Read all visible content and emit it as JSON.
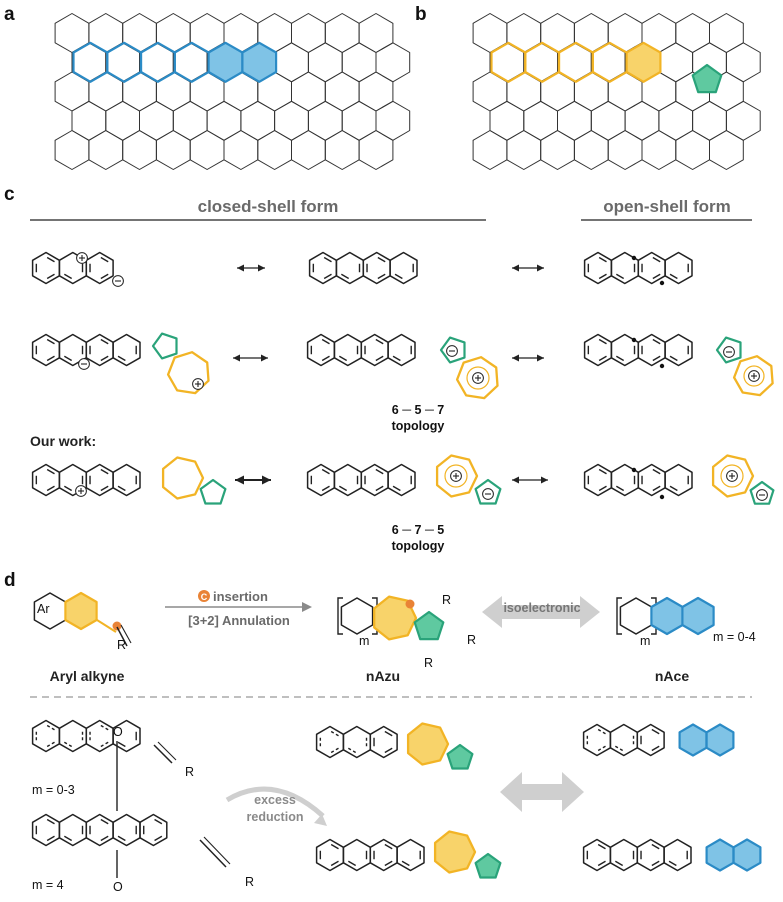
{
  "panels": {
    "a": "a",
    "b": "b",
    "c": "c",
    "d": "d"
  },
  "section_c": {
    "closed_shell": "closed-shell form",
    "open_shell": "open-shell form",
    "topology_1": "6 ─ 5 ─ 7",
    "topology_2": "6 ─ 7 ─ 5",
    "topology_word": "topology",
    "our_work": "Our work:"
  },
  "section_d": {
    "c_badge": "C",
    "insertion": "insertion",
    "annulation": "[3+2] Annulation",
    "isoelectronic": "isoelectronic",
    "aryl_alkyne": "Aryl alkyne",
    "nAzu": "nAzu",
    "nAce": "nAce",
    "m_range": "m = 0-4",
    "m": "m",
    "ar": "Ar",
    "r": "R",
    "m_0_3": "m = 0-3",
    "m_4": "m = 4",
    "excess_reduction_1": "excess",
    "excess_reduction_2": "reduction",
    "o": "O"
  },
  "colors": {
    "blue": "#2b8bc6",
    "blue_fill": "#7fc3e6",
    "yellow": "#f2b425",
    "yellow_fill": "#f8d36a",
    "green": "#2aa37a",
    "green_fill": "#5fc9a0",
    "orange": "#e98336",
    "grey_arrow": "#cfcfcf",
    "text_grey": "#6a6a6a"
  }
}
